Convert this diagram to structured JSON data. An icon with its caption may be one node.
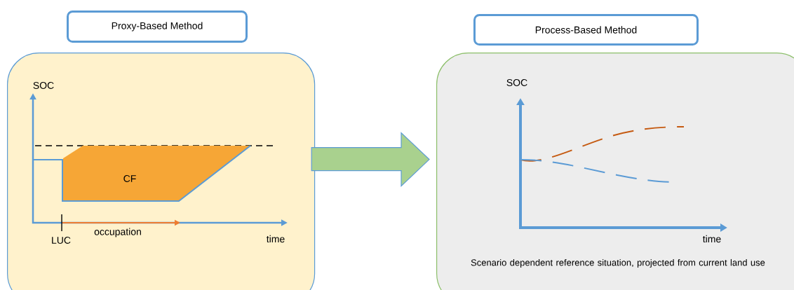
{
  "diagram": {
    "nodes": [
      {
        "text": [
          "Proxy-Based Method"
        ]
      },
      {
        "text": [],
        "shape": "box"
      },
      {
        "text": [
          "CF"
        ],
        "in": 1
      },
      {
        "text": [
          "Process-Based Method"
        ]
      },
      {
        "text": [],
        "shape": "box"
      }
    ],
    "edges": [
      {
        "from": 1,
        "to": 4,
        "arrow": "to"
      }
    ],
    "labels": [
      "SOC",
      "LUC",
      "occupation",
      "time",
      "SOC",
      "time",
      "Scenario dependent reference situation, projected from current land use"
    ]
  }
}
